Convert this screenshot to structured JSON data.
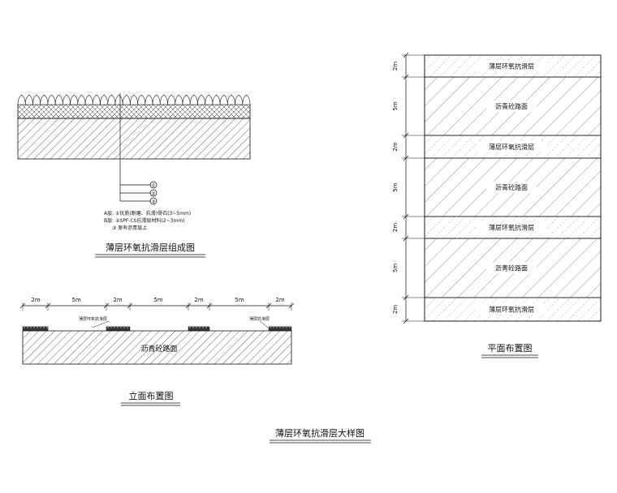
{
  "composition": {
    "title": "薄层环氧抗滑层组成图",
    "callouts": [
      "①",
      "②",
      "③"
    ],
    "notes": [
      "A层: ①优质(耐磨、抗滑)骨石(3~5mm)",
      "B层: ②SPF-CS抗滑层材料(2~3mm)",
      "③ 原有沥青层上"
    ]
  },
  "elevation": {
    "title": "立面布置图",
    "dims": [
      "2m",
      "5m",
      "2m",
      "5m",
      "2m",
      "5m",
      "2m"
    ],
    "strip_label_left": "薄层环氧抗滑层",
    "strip_label_right": "薄层抗滑层",
    "surface_label": "沥青砼路面"
  },
  "plan": {
    "title": "平面布置图",
    "rows": [
      {
        "dim": "2m",
        "label": "薄层环氧抗滑层",
        "kind": "slip"
      },
      {
        "dim": "5m",
        "label": "沥青砼路面",
        "kind": "asphalt"
      },
      {
        "dim": "2m",
        "label": "薄层环氧抗滑层",
        "kind": "slip"
      },
      {
        "dim": "5m",
        "label": "沥青砼路面",
        "kind": "asphalt"
      },
      {
        "dim": "2m",
        "label": "薄层环氧抗滑层",
        "kind": "slip"
      },
      {
        "dim": "5m",
        "label": "沥青砼路面",
        "kind": "asphalt"
      },
      {
        "dim": "2m",
        "label": "薄层环氧抗滑层",
        "kind": "slip"
      }
    ]
  },
  "main_title": "薄层环氧抗滑层大样图"
}
